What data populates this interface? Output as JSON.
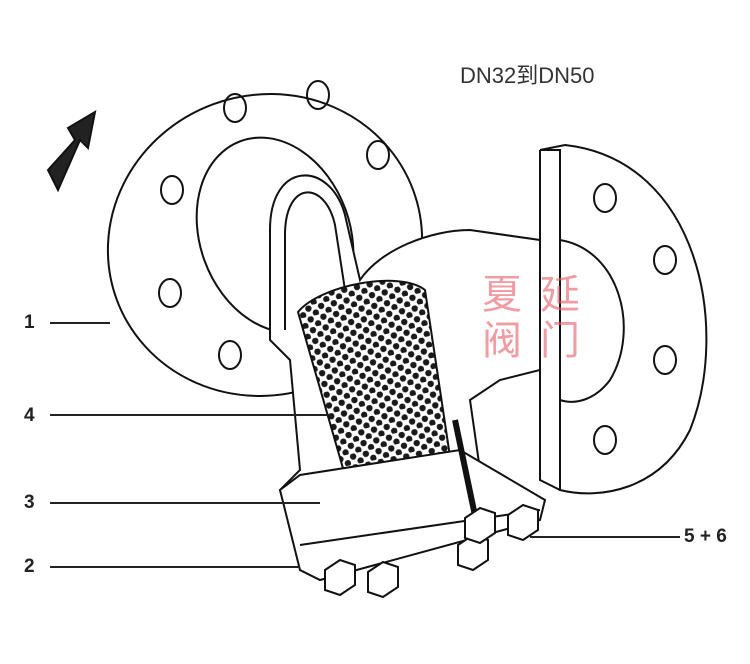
{
  "title": "DN32到DN50",
  "watermark": [
    "夏延",
    "阀门"
  ],
  "callouts": [
    {
      "number": "1"
    },
    {
      "number": "4"
    },
    {
      "number": "3"
    },
    {
      "number": "2"
    },
    {
      "number": "5 + 6"
    }
  ],
  "colors": {
    "line": "#111111",
    "watermark": "#e65a64",
    "mesh": "#1a1a1a"
  }
}
